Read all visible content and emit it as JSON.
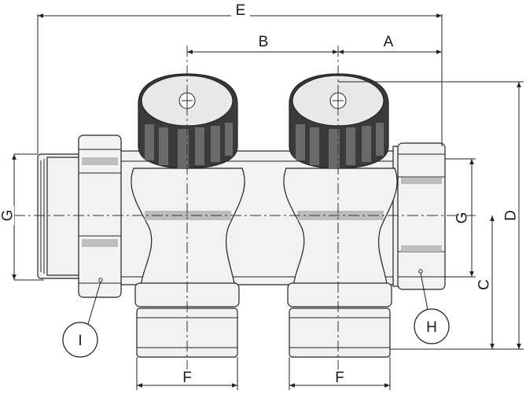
{
  "drawing": {
    "dimensions": {
      "e": "E",
      "b": "B",
      "a": "A",
      "g_left": "G",
      "g_right": "G",
      "c": "C",
      "d": "D",
      "f_left": "F",
      "f_right": "F"
    },
    "callouts": {
      "i": "I",
      "h": "H"
    }
  }
}
